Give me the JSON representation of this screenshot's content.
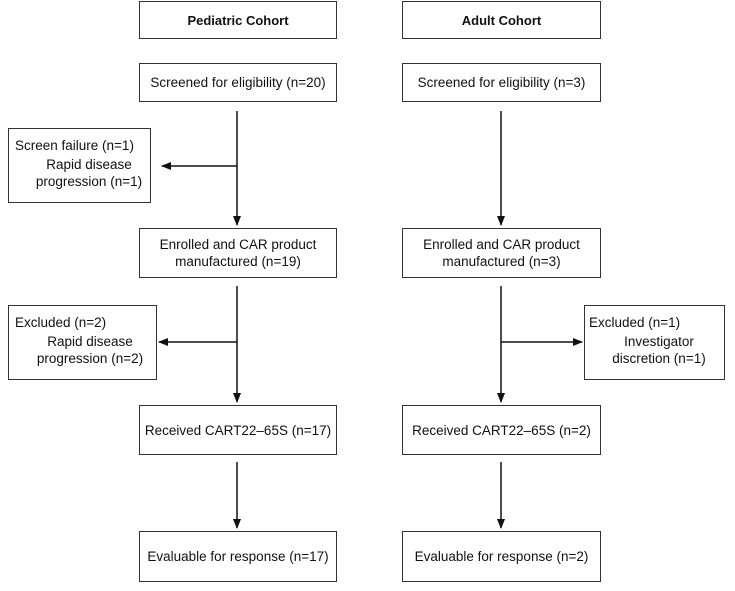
{
  "pediatric": {
    "header": "Pediatric Cohort",
    "screened": "Screened for eligibility (n=20)",
    "exclusion1": {
      "title": "Screen failure (n=1)",
      "detail": "Rapid disease\nprogression (n=1)"
    },
    "enrolled": "Enrolled and CAR product\nmanufactured (n=19)",
    "exclusion2": {
      "title": "Excluded (n=2)",
      "detail": "Rapid disease\nprogression (n=2)"
    },
    "received": "Received CART22–65S (n=17)",
    "evaluable": "Evaluable for response (n=17)"
  },
  "adult": {
    "header": "Adult Cohort",
    "screened": "Screened for eligibility (n=3)",
    "enrolled": "Enrolled and CAR product\nmanufactured (n=3)",
    "exclusion": {
      "title": "Excluded (n=1)",
      "detail": "Investigator\ndiscretion (n=1)"
    },
    "received": "Received CART22–65S (n=2)",
    "evaluable": "Evaluable for response (n=2)"
  }
}
